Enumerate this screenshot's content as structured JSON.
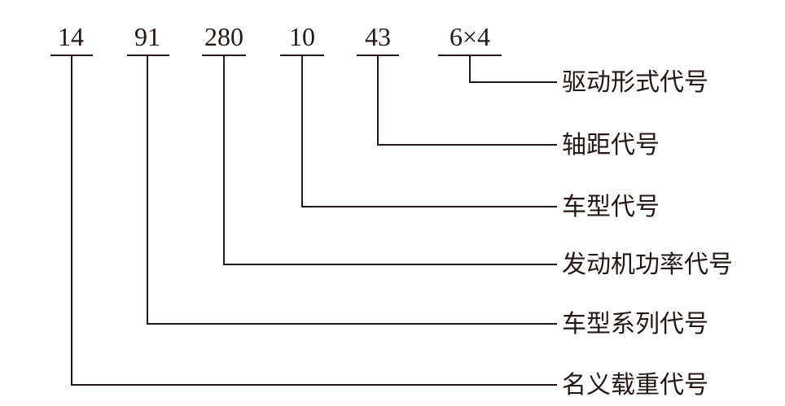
{
  "codes": [
    {
      "id": "load",
      "text": "14"
    },
    {
      "id": "series",
      "text": "91"
    },
    {
      "id": "power",
      "text": "280"
    },
    {
      "id": "model",
      "text": "10"
    },
    {
      "id": "wheelbase",
      "text": "43"
    },
    {
      "id": "drive",
      "text": "6×4"
    }
  ],
  "labels": [
    {
      "id": "drive",
      "text": "驱动形式代号"
    },
    {
      "id": "wheelbase",
      "text": "轴距代号"
    },
    {
      "id": "model",
      "text": "车型代号"
    },
    {
      "id": "power",
      "text": "发动机功率代号"
    },
    {
      "id": "series",
      "text": "车型系列代号"
    },
    {
      "id": "load",
      "text": "名义载重代号"
    }
  ]
}
